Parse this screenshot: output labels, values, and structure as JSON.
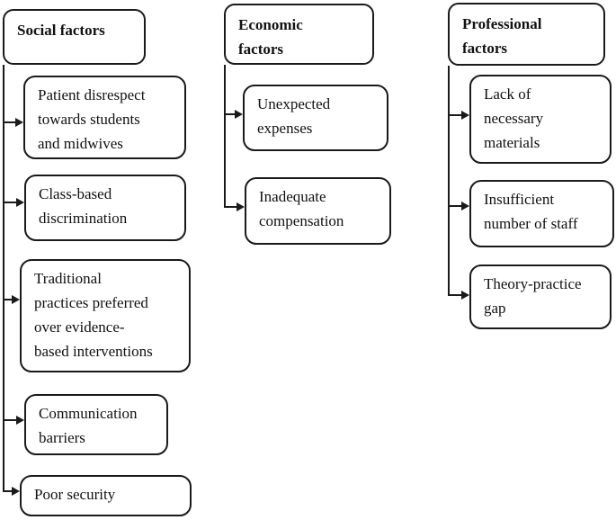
{
  "diagram": {
    "description": "Flowchart of factors grouped into three categories",
    "line_color": "#1a1a1a",
    "background_color": "#ffffff",
    "columns": [
      {
        "header": "Social factors",
        "items": [
          "Patient disrespect\ntowards students\nand midwives",
          "Class-based\ndiscrimination",
          "Traditional\npractices preferred\nover evidence-\nbased interventions",
          "Communication\nbarriers",
          "Poor security"
        ]
      },
      {
        "header": "Economic\nfactors",
        "items": [
          "Unexpected\nexpenses",
          "Inadequate\ncompensation"
        ]
      },
      {
        "header": "Professional\nfactors",
        "items": [
          "Lack of\nnecessary\nmaterials",
          "Insufficient\nnumber of staff",
          "Theory-practice\ngap"
        ]
      }
    ]
  }
}
